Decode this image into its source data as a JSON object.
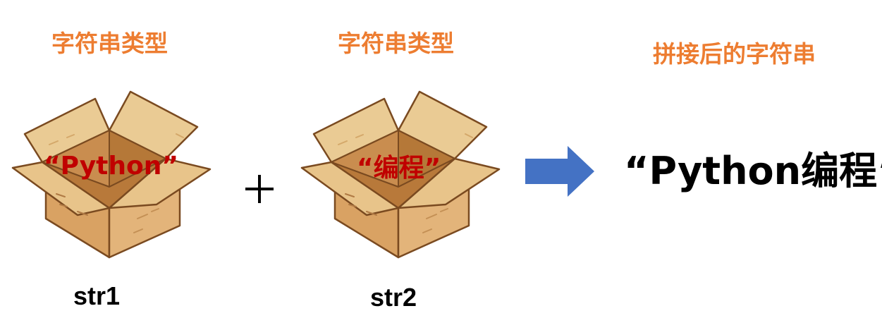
{
  "left": {
    "type_label": "字符串类型",
    "content": "“Python”",
    "var_name": "str1"
  },
  "middle": {
    "type_label": "字符串类型",
    "content": "“编程”",
    "var_name": "str2"
  },
  "right": {
    "type_label": "拼接后的字符串",
    "result": "“Python编程”"
  },
  "icons": [
    "box-icon",
    "plus-icon",
    "arrow-right-icon"
  ],
  "colors": {
    "label": "#ed7d31",
    "content": "#c00000",
    "arrow": "#4472c4",
    "box_light": "#e8c48a",
    "box_mid": "#d9a263",
    "box_dark": "#c5894c",
    "box_stroke": "#7a4a20"
  }
}
